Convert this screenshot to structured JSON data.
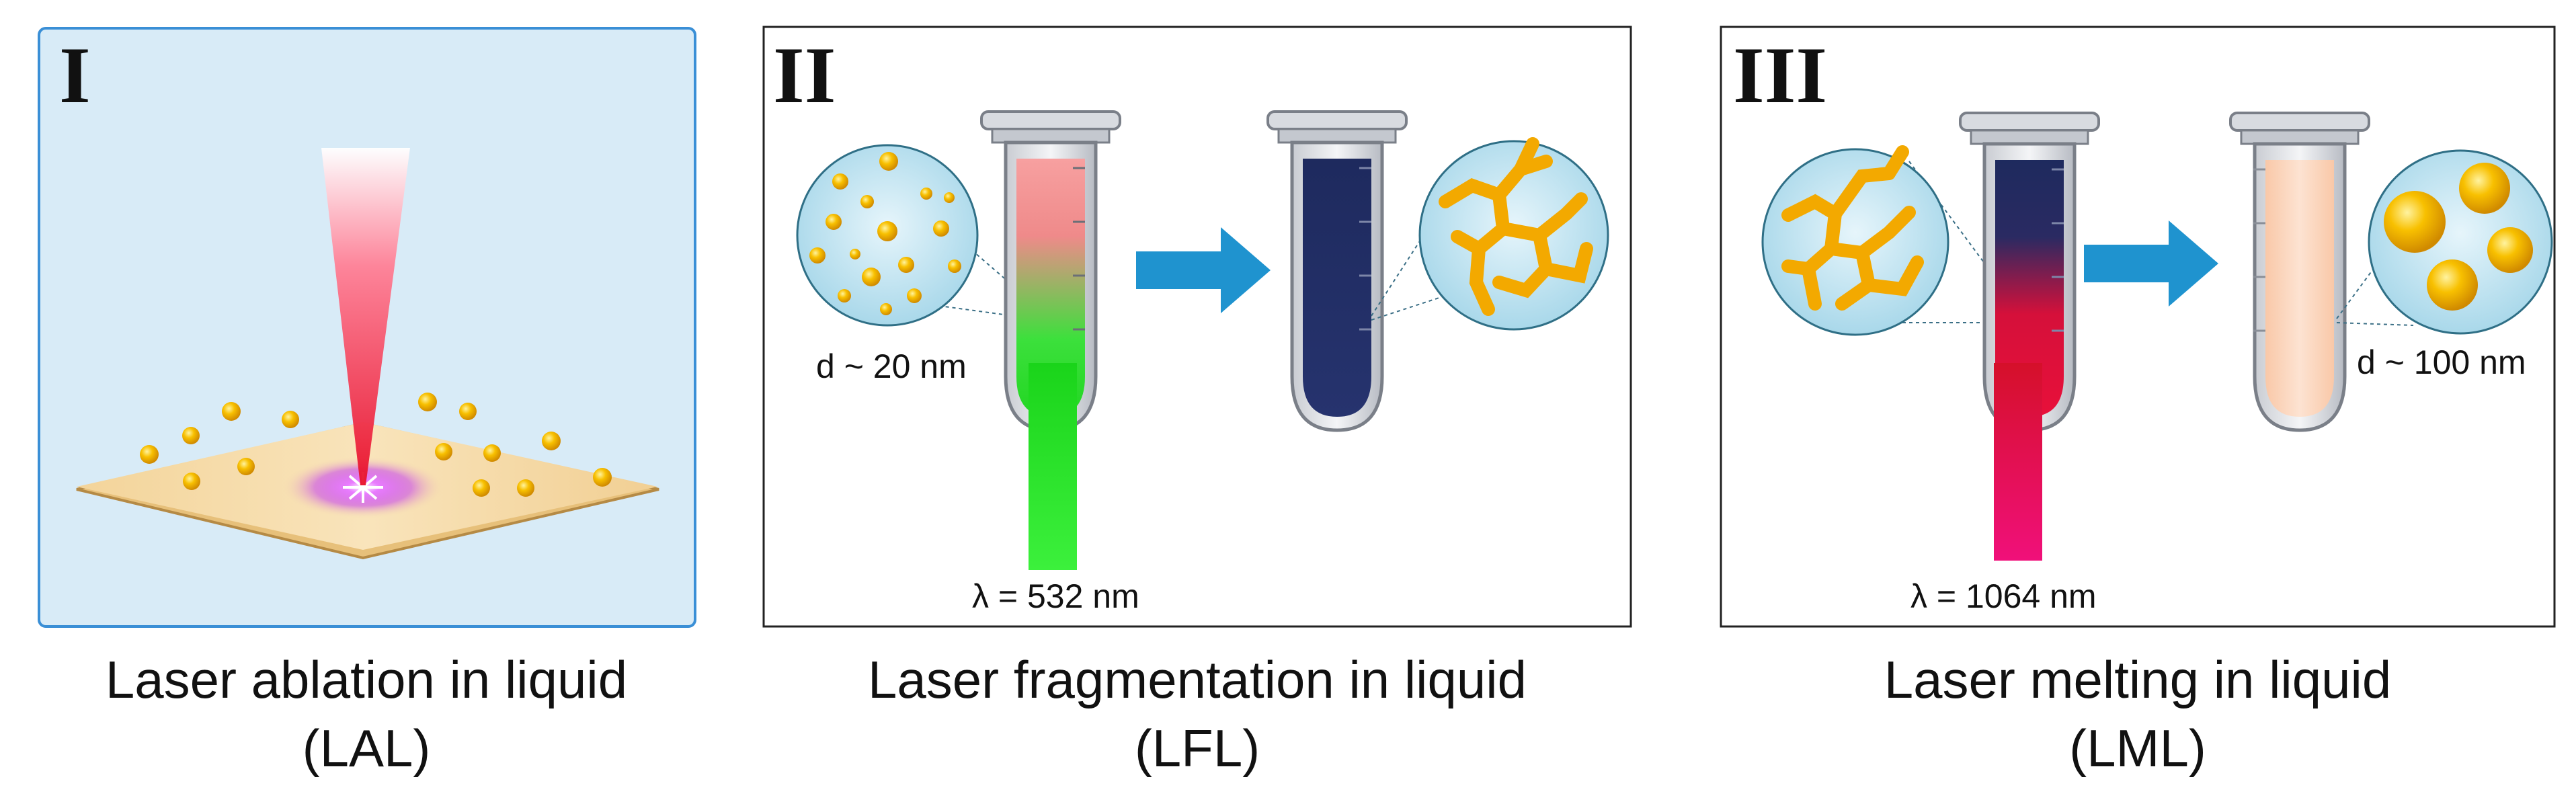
{
  "panels": [
    {
      "numeral": "I",
      "caption_line1": "Laser ablation in liquid",
      "caption_line2": "(LAL)"
    },
    {
      "numeral": "II",
      "size_label": "d ~ 20 nm",
      "wavelength_label": "λ = 532 nm",
      "caption_line1": "Laser fragmentation in liquid",
      "caption_line2": "(LFL)"
    },
    {
      "numeral": "III",
      "size_label": "d ~ 100 nm",
      "wavelength_label": "λ = 1064 nm",
      "caption_line1": "Laser melting in liquid",
      "caption_line2": "(LML)"
    }
  ],
  "colors": {
    "panel1_bg": "#d8ebf7",
    "panel1_border": "#3a8fd6",
    "panel_border": "#222222",
    "nanoparticle": "#f4b400",
    "substrate": "#f6dca8",
    "laser_red": "#e8102a",
    "laser_green": "#22e022",
    "laser_pink": "#f0106a",
    "arrow": "#1f93cf",
    "solution_pink": "#f4a0a0",
    "solution_dark": "#1e2a5e",
    "solution_peach": "#fbd1b4",
    "zoom_circle": "#bfe3f0",
    "plasma": "#c33cf0"
  },
  "icons": [
    "laser-beam-icon",
    "eppendorf-tube-icon",
    "arrow-right-icon",
    "nanoparticle-icon",
    "zoom-circle-icon"
  ]
}
